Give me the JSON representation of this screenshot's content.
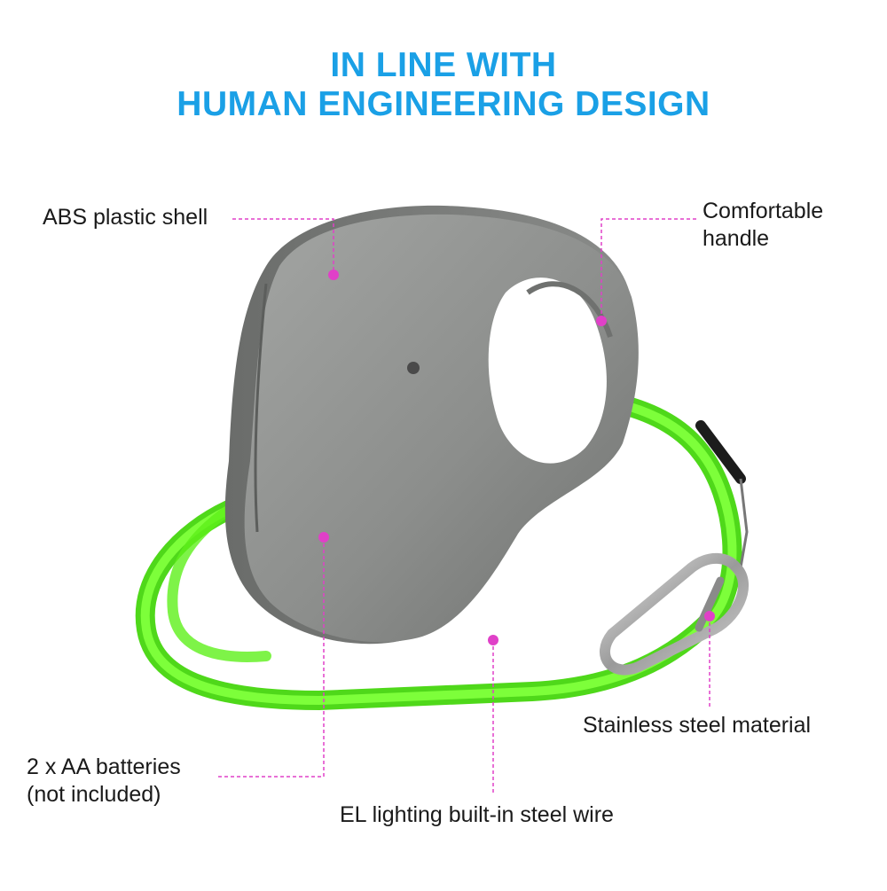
{
  "headline": {
    "line1": "IN LINE WITH",
    "line2": "HUMAN ENGINEERING DESIGN"
  },
  "callouts": {
    "abs_shell": "ABS plastic shell",
    "handle": {
      "line1": "Comfortable",
      "line2": "handle"
    },
    "steel": "Stainless steel material",
    "batteries": {
      "line1": "2 x AA batteries",
      "line2": "(not included)"
    },
    "wire": "EL lighting built-in steel wire"
  },
  "colors": {
    "headline": "#1aa0e6",
    "leader_line": "#e040c8",
    "shell": "#8c8e8c",
    "leash": "#5ef01a"
  }
}
